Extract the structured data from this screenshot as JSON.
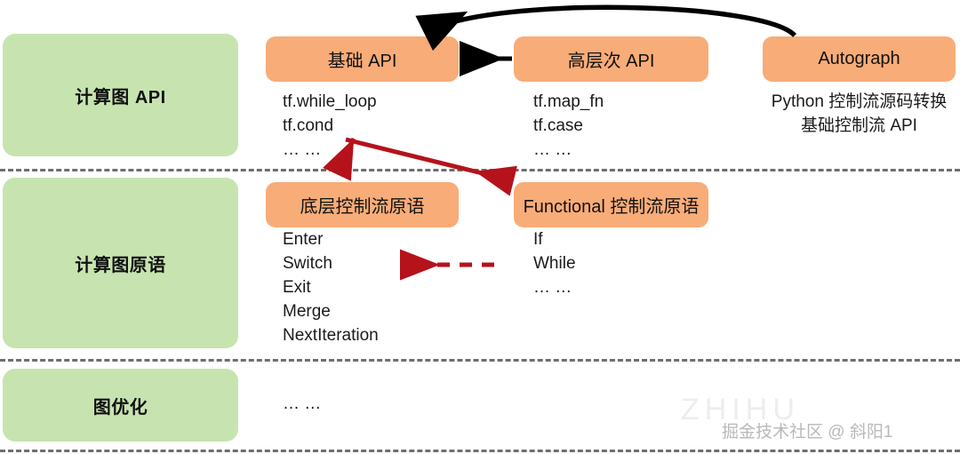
{
  "diagram": {
    "title": "TensorFlow control flow layers",
    "colors": {
      "layer_box": "#c7e4b0",
      "node_box": "#f8ac78",
      "divider": "#6e6e6e",
      "arrow_black": "#000000",
      "arrow_red": "#b5121b",
      "text": "#111111"
    },
    "layers": [
      {
        "id": "graph-api",
        "label": "计算图 API"
      },
      {
        "id": "graph-primitives",
        "label": "计算图原语"
      },
      {
        "id": "graph-optimize",
        "label": "图优化"
      }
    ],
    "nodes": [
      {
        "id": "basic-api",
        "label": "基础 API"
      },
      {
        "id": "highlevel-api",
        "label": "高层次 API"
      },
      {
        "id": "autograph",
        "label": "Autograph"
      },
      {
        "id": "lowlevel-primitives",
        "label": "底层控制流原语"
      },
      {
        "id": "functional-primitives",
        "label": "Functional 控制流原语"
      }
    ],
    "lists": {
      "basic_api": [
        "tf.while_loop",
        "tf.cond",
        "… …"
      ],
      "highlevel_api": [
        "tf.map_fn",
        "tf.case",
        "… …"
      ],
      "autograph": [
        "Python 控制流源码转换",
        "基础控制流 API"
      ],
      "lowlevel_primitives": [
        "Enter",
        "Switch",
        "Exit",
        "Merge",
        "NextIteration"
      ],
      "functional_primitives": [
        "If",
        "While",
        "… …"
      ],
      "graph_optimize": [
        "… …"
      ]
    },
    "watermark": {
      "text": "掘金技术社区 @ 斜阳1",
      "ghost": "ZHIHU"
    }
  }
}
